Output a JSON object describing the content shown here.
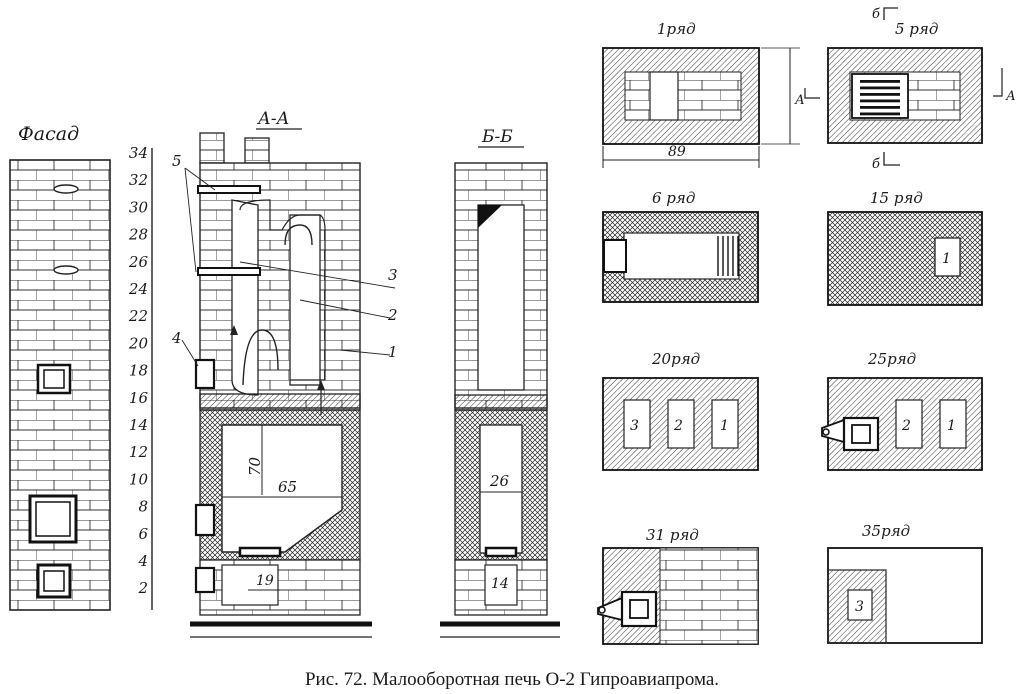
{
  "labels": {
    "facade": "Фасад",
    "section_aa": "А-А",
    "section_bb": "Б-Б",
    "caption": "Рис. 72. Малооборотная печь О-2 Гипроавиапрома."
  },
  "row_numbers": [
    "34",
    "32",
    "30",
    "28",
    "26",
    "24",
    "22",
    "20",
    "18",
    "16",
    "14",
    "12",
    "10",
    "8",
    "6",
    "4",
    "2"
  ],
  "callouts": [
    "5",
    "4",
    "3",
    "2",
    "1"
  ],
  "dimensions": {
    "height_70": "70",
    "width_65": "65",
    "width_19": "19",
    "width_26": "26",
    "width_14": "14",
    "plan_89": "89"
  },
  "plans": [
    {
      "title": "1ряд"
    },
    {
      "title": "5 ряд"
    },
    {
      "title": "6 ряд"
    },
    {
      "title": "15 ряд",
      "markers": [
        "1"
      ]
    },
    {
      "title": "20ряд",
      "markers": [
        "3",
        "2",
        "1"
      ]
    },
    {
      "title": "25ряд",
      "markers": [
        "2",
        "1"
      ]
    },
    {
      "title": "31 ряд"
    },
    {
      "title": "35ряд",
      "markers": [
        "3"
      ]
    }
  ],
  "section_marks": {
    "a_left": "А",
    "a_right": "А",
    "b_top": "б",
    "b_bottom": "б"
  }
}
